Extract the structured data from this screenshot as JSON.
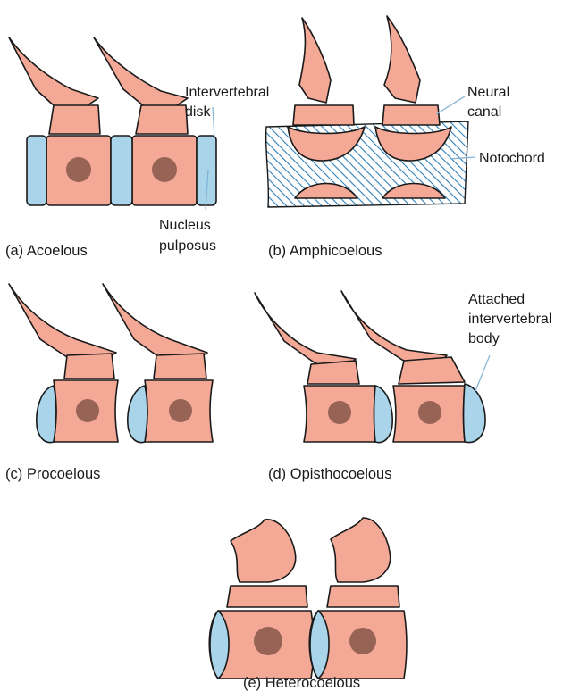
{
  "panels": {
    "a": {
      "caption": "(a) Acoelous"
    },
    "b": {
      "caption": "(b) Amphicoelous"
    },
    "c": {
      "caption": "(c) Procoelous"
    },
    "d": {
      "caption": "(d) Opisthocoelous"
    },
    "e": {
      "caption": "(e) Heterocoelous"
    }
  },
  "labels": {
    "intervertebral_disk_1": "Intervertebral",
    "intervertebral_disk_2": "disk",
    "nucleus_1": "Nucleus",
    "nucleus_2": "pulposus",
    "neural_canal_1": "Neural",
    "neural_canal_2": "canal",
    "notochord": "Notochord",
    "attached_1": "Attached",
    "attached_2": "intervertebral",
    "attached_3": "body"
  },
  "colors": {
    "bone": "#f4a996",
    "disk": "#a9d4ea",
    "notochord_hatch": "#2e7fb8",
    "outline": "#1a1a1a"
  }
}
